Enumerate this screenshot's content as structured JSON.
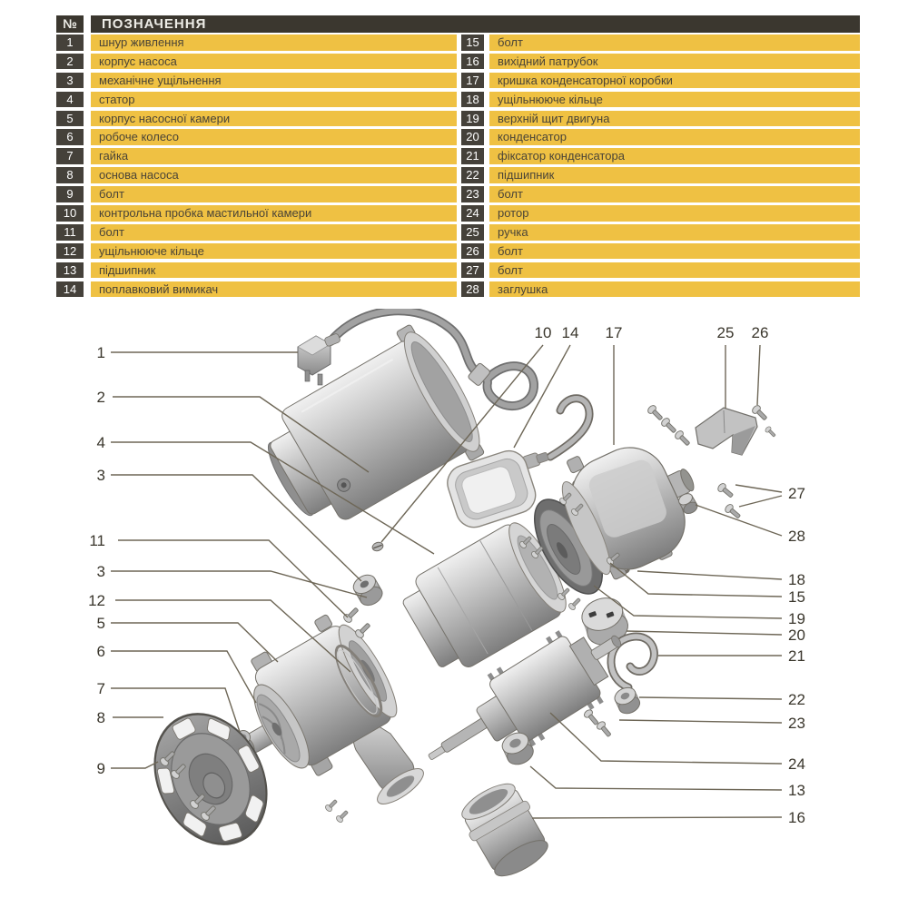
{
  "table": {
    "header": {
      "no": "№",
      "designation": "ПОЗНАЧЕННЯ"
    },
    "left_rows": [
      {
        "no": "1",
        "label": "шнур живлення"
      },
      {
        "no": "2",
        "label": "корпус насоса"
      },
      {
        "no": "3",
        "label": "механічне ущільнення"
      },
      {
        "no": "4",
        "label": "статор"
      },
      {
        "no": "5",
        "label": "корпус насосної камери"
      },
      {
        "no": "6",
        "label": "робоче колесо"
      },
      {
        "no": "7",
        "label": "гайка"
      },
      {
        "no": "8",
        "label": "основа насоса"
      },
      {
        "no": "9",
        "label": "болт"
      },
      {
        "no": "10",
        "label": "контрольна пробка мастильної камери"
      },
      {
        "no": "11",
        "label": "болт"
      },
      {
        "no": "12",
        "label": "ущільнююче кільце"
      },
      {
        "no": "13",
        "label": "підшипник"
      },
      {
        "no": "14",
        "label": "поплавковий вимикач"
      }
    ],
    "right_rows": [
      {
        "no": "15",
        "label": "болт"
      },
      {
        "no": "16",
        "label": "вихідний патрубок"
      },
      {
        "no": "17",
        "label": "кришка конденсаторної коробки"
      },
      {
        "no": "18",
        "label": "ущільнююче кільце"
      },
      {
        "no": "19",
        "label": "верхній щит двигуна"
      },
      {
        "no": "20",
        "label": "конденсатор"
      },
      {
        "no": "21",
        "label": "фіксатор конденсатора"
      },
      {
        "no": "22",
        "label": "підшипник"
      },
      {
        "no": "23",
        "label": "болт"
      },
      {
        "no": "24",
        "label": "ротор"
      },
      {
        "no": "25",
        "label": "ручка"
      },
      {
        "no": "26",
        "label": "болт"
      },
      {
        "no": "27",
        "label": "болт"
      },
      {
        "no": "28",
        "label": "заглушка"
      }
    ],
    "colors": {
      "row_bg": "#efc143",
      "num_bg": "#45413a",
      "header_bg": "#3b372f",
      "row_text": "#4a4437"
    }
  },
  "diagram": {
    "callouts": [
      {
        "n": "1"
      },
      {
        "n": "2"
      },
      {
        "n": "4"
      },
      {
        "n": "3"
      },
      {
        "n": "11"
      },
      {
        "n": "3"
      },
      {
        "n": "12"
      },
      {
        "n": "5"
      },
      {
        "n": "6"
      },
      {
        "n": "7"
      },
      {
        "n": "8"
      },
      {
        "n": "9"
      },
      {
        "n": "10"
      },
      {
        "n": "14"
      },
      {
        "n": "17"
      },
      {
        "n": "25"
      },
      {
        "n": "26"
      },
      {
        "n": "27"
      },
      {
        "n": "28"
      },
      {
        "n": "18"
      },
      {
        "n": "15"
      },
      {
        "n": "19"
      },
      {
        "n": "20"
      },
      {
        "n": "21"
      },
      {
        "n": "22"
      },
      {
        "n": "23"
      },
      {
        "n": "24"
      },
      {
        "n": "13"
      },
      {
        "n": "16"
      }
    ]
  }
}
